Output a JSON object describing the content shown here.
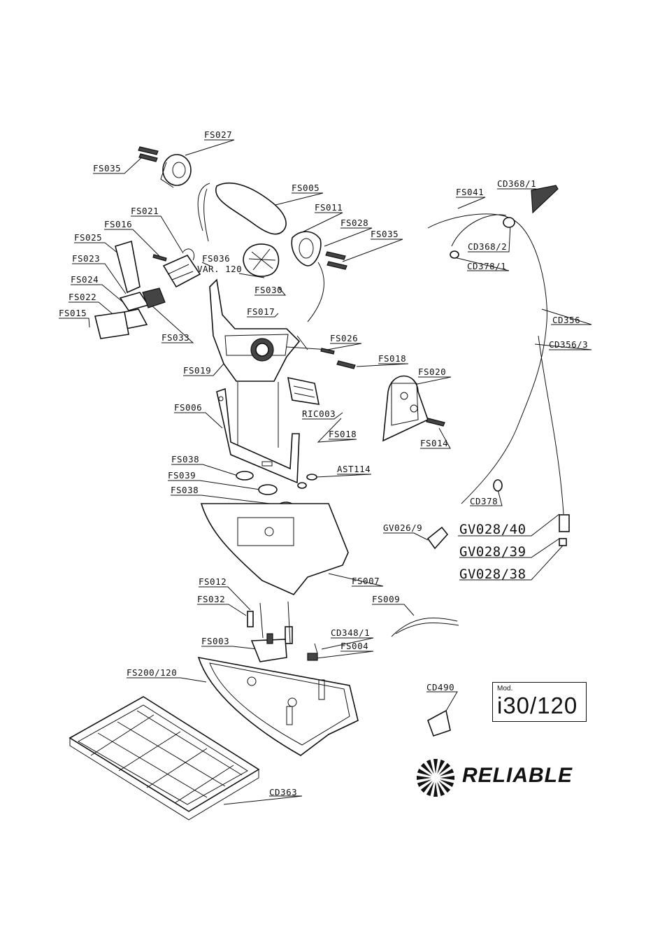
{
  "diagram": {
    "labels": [
      {
        "id": "fs027",
        "text": "FS027"
      },
      {
        "id": "fs035a",
        "text": "FS035"
      },
      {
        "id": "fs005",
        "text": "FS005"
      },
      {
        "id": "fs011",
        "text": "FS011"
      },
      {
        "id": "fs028",
        "text": "FS028"
      },
      {
        "id": "fs035b",
        "text": "FS035"
      },
      {
        "id": "fs021",
        "text": "FS021"
      },
      {
        "id": "fs016",
        "text": "FS016"
      },
      {
        "id": "fs025",
        "text": "FS025"
      },
      {
        "id": "fs023",
        "text": "FS023"
      },
      {
        "id": "fs024",
        "text": "FS024"
      },
      {
        "id": "fs022",
        "text": "FS022"
      },
      {
        "id": "fs015",
        "text": "FS015"
      },
      {
        "id": "fs036",
        "text": "FS036"
      },
      {
        "id": "var120",
        "text": "VAR. 120"
      },
      {
        "id": "fs030",
        "text": "FS030"
      },
      {
        "id": "fs017",
        "text": "FS017"
      },
      {
        "id": "fs033",
        "text": "FS033"
      },
      {
        "id": "fs026",
        "text": "FS026"
      },
      {
        "id": "fs018a",
        "text": "FS018"
      },
      {
        "id": "fs019",
        "text": "FS019"
      },
      {
        "id": "fs020",
        "text": "FS020"
      },
      {
        "id": "fs006",
        "text": "FS006"
      },
      {
        "id": "ric003",
        "text": "RIC003"
      },
      {
        "id": "fs018b",
        "text": "FS018"
      },
      {
        "id": "fs014",
        "text": "FS014"
      },
      {
        "id": "fs038a",
        "text": "FS038"
      },
      {
        "id": "fs039",
        "text": "FS039"
      },
      {
        "id": "fs038b",
        "text": "FS038"
      },
      {
        "id": "ast114",
        "text": "AST114"
      },
      {
        "id": "fs007",
        "text": "FS007"
      },
      {
        "id": "fs012",
        "text": "FS012"
      },
      {
        "id": "fs032",
        "text": "FS032"
      },
      {
        "id": "fs009",
        "text": "FS009"
      },
      {
        "id": "cd348",
        "text": "CD348/1"
      },
      {
        "id": "fs003",
        "text": "FS003"
      },
      {
        "id": "fs004",
        "text": "FS004"
      },
      {
        "id": "fs200",
        "text": "FS200/120"
      },
      {
        "id": "cd363",
        "text": "CD363"
      },
      {
        "id": "fs041",
        "text": "FS041"
      },
      {
        "id": "cd368_1",
        "text": "CD368/1"
      },
      {
        "id": "cd368_2",
        "text": "CD368/2"
      },
      {
        "id": "cd378_1",
        "text": "CD378/1"
      },
      {
        "id": "cd356",
        "text": "CD356"
      },
      {
        "id": "cd356_3",
        "text": "CD356/3"
      },
      {
        "id": "cd378",
        "text": "CD378"
      },
      {
        "id": "gv026",
        "text": "GV026/9"
      },
      {
        "id": "gv028_40",
        "text": "GV028/40"
      },
      {
        "id": "gv028_39",
        "text": "GV028/39"
      },
      {
        "id": "gv028_38",
        "text": "GV028/38"
      },
      {
        "id": "cd490",
        "text": "CD490"
      }
    ]
  },
  "model": {
    "prefix": "Mod.",
    "name": "i30/120"
  },
  "brand": {
    "name": "RELIABLE"
  }
}
